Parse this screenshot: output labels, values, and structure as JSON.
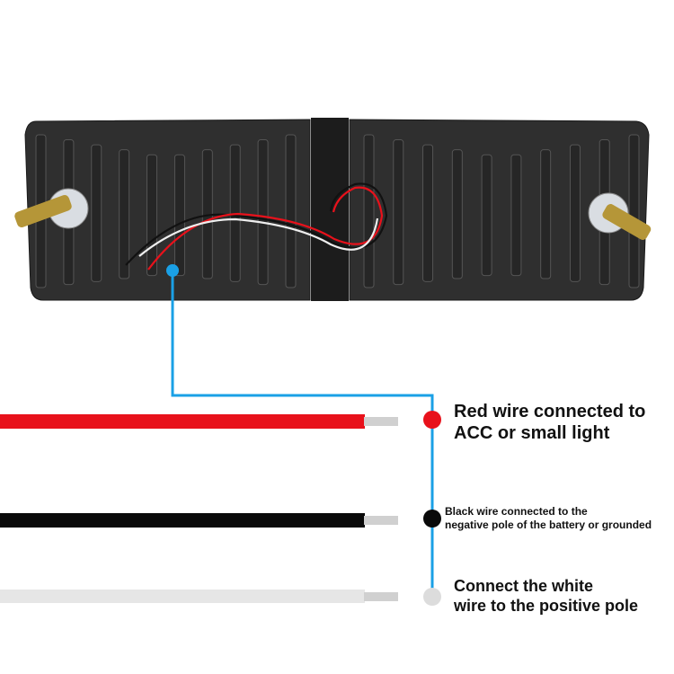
{
  "colors": {
    "leader": "#1aa0e6",
    "red": "#e8111b",
    "black": "#0a0a0a",
    "white": "#e2e2e2",
    "body": "#2f2f2f"
  },
  "labels": {
    "red": [
      "Red wire connected to",
      "ACC or small light"
    ],
    "black": [
      "Black wire connected to the",
      "negative pole of the battery or grounded"
    ],
    "white": [
      "Connect the white",
      "wire to the positive pole"
    ]
  }
}
